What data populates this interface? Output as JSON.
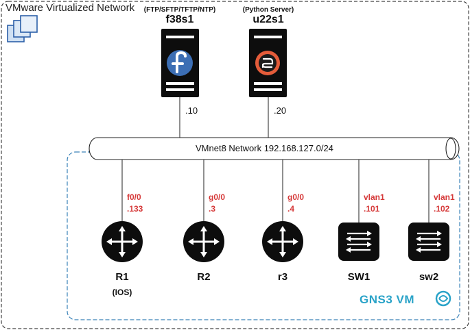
{
  "network": {
    "title": "VMware Virtualized Network",
    "pipe_label": "VMnet8 Network 192.168.127.0/24"
  },
  "servers": [
    {
      "name": "f38s1",
      "role": "(FTP/SFTP/TFTP/NTP)",
      "ip": ".10",
      "logo": "fedora-logo"
    },
    {
      "name": "u22s1",
      "role": "(Python Server)",
      "ip": ".20",
      "logo": "python-logo"
    }
  ],
  "devices": [
    {
      "name": "R1",
      "sub": "(IOS)",
      "iface": "f0/0",
      "ip": ".133",
      "kind": "router"
    },
    {
      "name": "R2",
      "sub": "",
      "iface": "g0/0",
      "ip": ".3",
      "kind": "router"
    },
    {
      "name": "r3",
      "sub": "",
      "iface": "g0/0",
      "ip": ".4",
      "kind": "router"
    },
    {
      "name": "SW1",
      "sub": "",
      "iface": "vlan1",
      "ip": ".101",
      "kind": "switch"
    },
    {
      "name": "sw2",
      "sub": "",
      "iface": "vlan1",
      "ip": ".102",
      "kind": "switch"
    }
  ],
  "gns3": {
    "label": "GNS3 VM"
  },
  "colors": {
    "accent_red": "#d63a3a",
    "gns_blue": "#2aa3c8",
    "device": "#111111"
  }
}
